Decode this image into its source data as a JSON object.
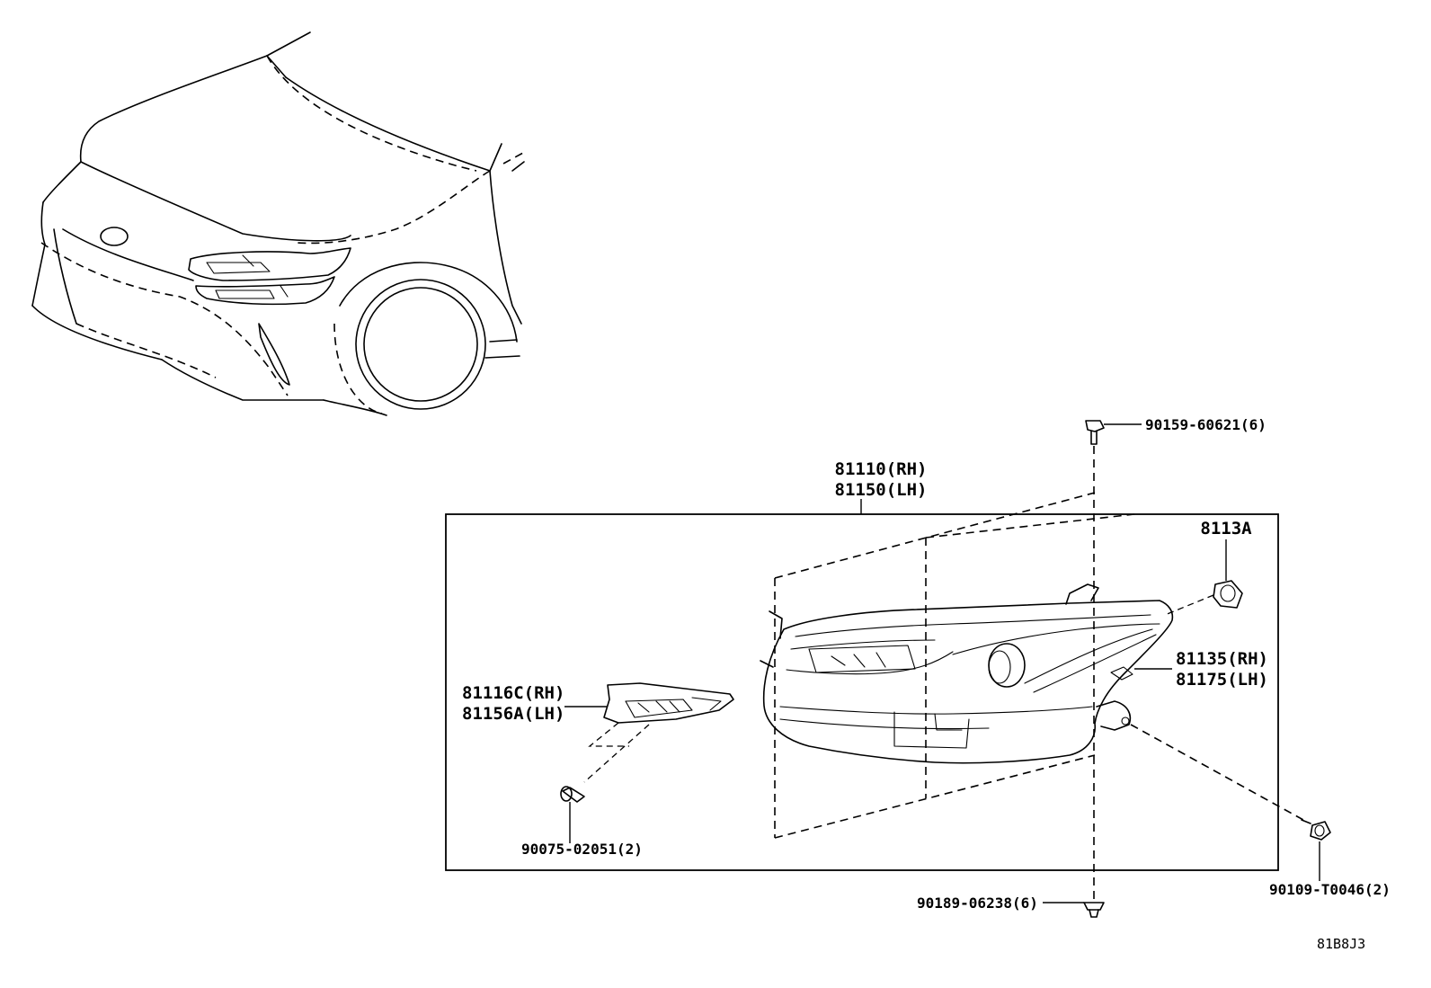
{
  "callouts": {
    "headlamp_assy": [
      "81110(RH)",
      "81150(LH)"
    ],
    "bracket": [
      "81116C(RH)",
      "81156A(LH)"
    ],
    "socket": [
      "81135(RH)",
      "81175(LH)"
    ],
    "seal": "8113A",
    "bolt_top": "90159-60621(6)",
    "bolt_bottom": "90189-06238(6)",
    "screw": "90075-02051(2)",
    "nut": "90109-T0046(2)"
  },
  "drawing_code": "81B8J3"
}
